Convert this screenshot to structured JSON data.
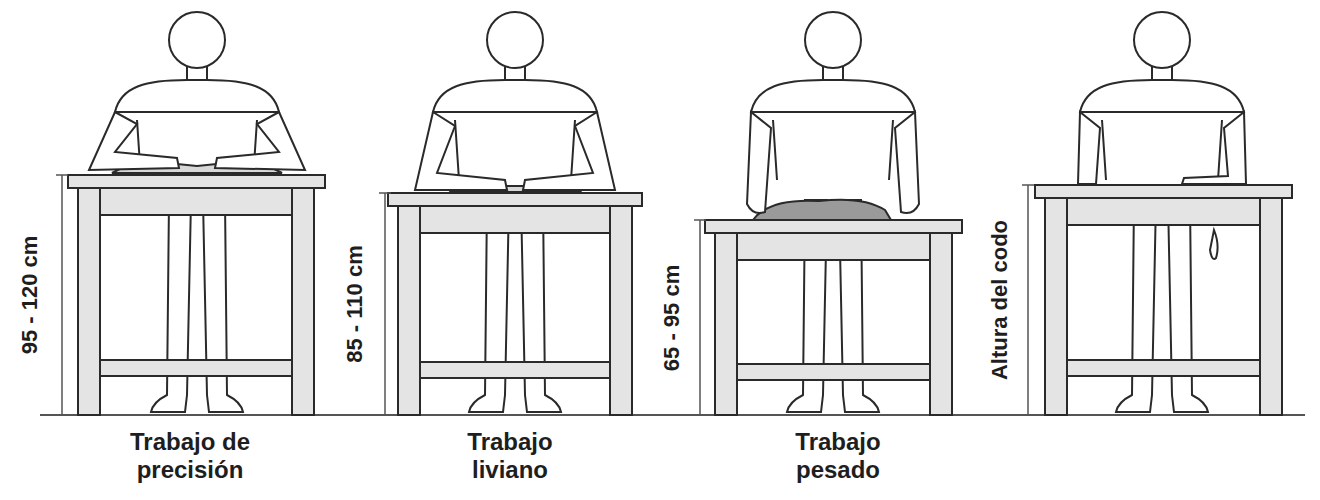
{
  "diagram": {
    "labels": [
      "95 - 120 cm",
      "Trabajo de precisión",
      "85 - 110 cm",
      "Trabajo liviano",
      "65 - 95 cm",
      "Trabajo pesado",
      "Altura del codo"
    ]
  }
}
